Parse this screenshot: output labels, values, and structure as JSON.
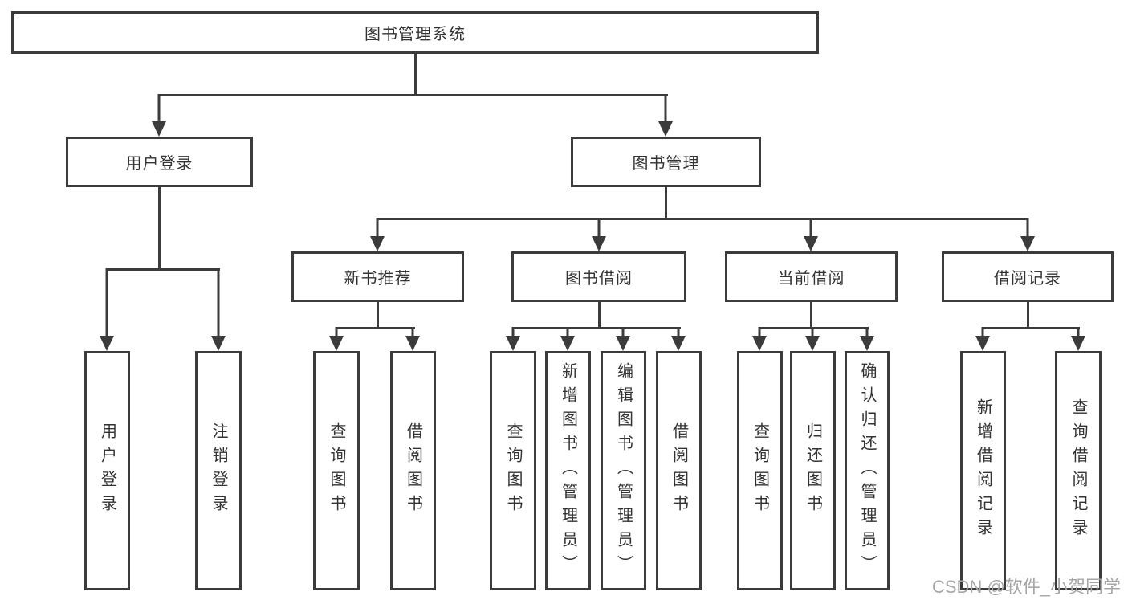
{
  "diagram": {
    "root": {
      "label": "图书管理系统"
    },
    "level2": [
      {
        "label": "用户登录"
      },
      {
        "label": "图书管理"
      }
    ],
    "level3": [
      {
        "label": "新书推荐"
      },
      {
        "label": "图书借阅"
      },
      {
        "label": "当前借阅"
      },
      {
        "label": "借阅记录"
      }
    ],
    "leaves": {
      "user_login": [
        {
          "label": "用户登录"
        },
        {
          "label": "注销登录"
        }
      ],
      "new_book_recommend": [
        {
          "label": "查询图书"
        },
        {
          "label": "借阅图书"
        }
      ],
      "book_borrowing": [
        {
          "label": "查询图书"
        },
        {
          "label": "新增图书（管理员）"
        },
        {
          "label": "编辑图书（管理员）"
        },
        {
          "label": "借阅图书"
        }
      ],
      "current_borrowing": [
        {
          "label": "查询图书"
        },
        {
          "label": "归还图书"
        },
        {
          "label": "确认归还（管理员）"
        }
      ],
      "borrow_records": [
        {
          "label": "新增借阅记录"
        },
        {
          "label": "查询借阅记录"
        }
      ]
    },
    "watermark": "CSDN @软件_小贺同学",
    "colors": {
      "line": "#3b3b3b",
      "text": "#333333",
      "watermark": "#a6a6a6",
      "background": "#ffffff"
    }
  }
}
